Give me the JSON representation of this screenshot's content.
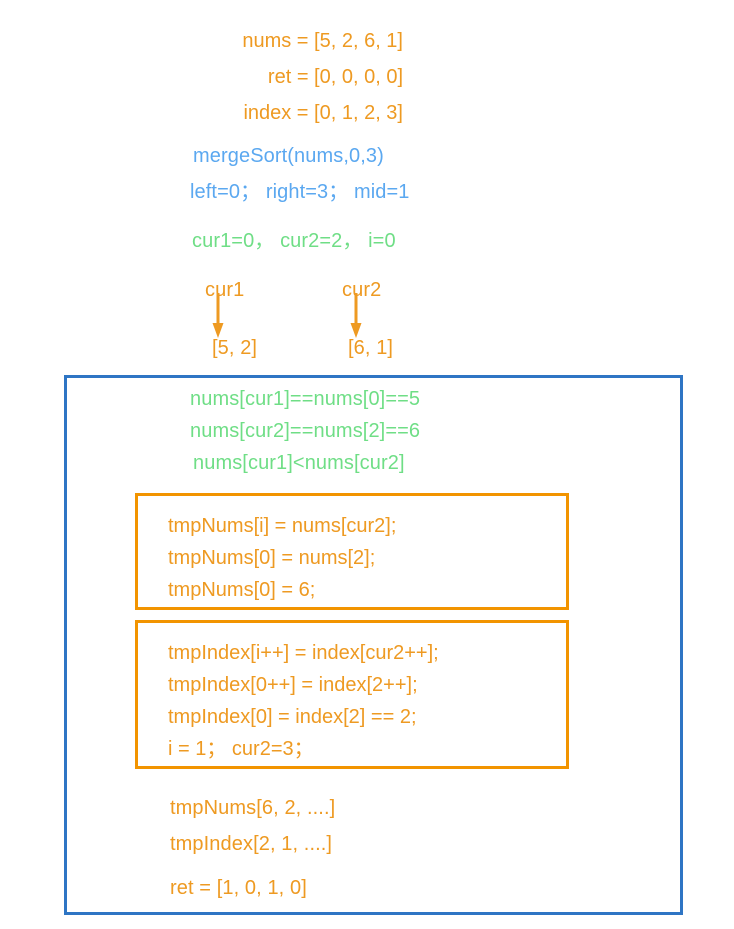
{
  "diagram": {
    "header": {
      "nums_line": "nums = [5, 2, 6, 1]",
      "ret_line": "ret = [0, 0, 0, 0]",
      "index_line": "index = [0, 1, 2, 3]",
      "call_line": "mergeSort(nums,0,3)",
      "vars_line": "left=0； right=3； mid=1",
      "cursor_line": "cur1=0， cur2=2， i=0"
    },
    "pointers": [
      {
        "label": "cur1",
        "value": "[5, 2]"
      },
      {
        "label": "cur2",
        "value": "[6, 1]"
      }
    ],
    "comparisons": [
      "nums[cur1]==nums[0]==5",
      "nums[cur2]==nums[2]==6",
      "nums[cur1]<nums[cur2]"
    ],
    "box_one": {
      "lines": [
        "tmpNums[i] = nums[cur2];",
        "tmpNums[0] = nums[2];",
        "tmpNums[0] = 6;"
      ]
    },
    "box_two": {
      "lines": [
        "tmpIndex[i++] = index[cur2++];",
        "tmpIndex[0++] = index[2++];",
        "tmpIndex[0] = index[2] == 2;",
        "i = 1； cur2=3；"
      ]
    },
    "results": [
      "tmpNums[6, 2, ....]",
      "tmpIndex[2, 1, ....]",
      "ret = [1, 0, 1, 0]"
    ],
    "colors": {
      "orange_text": "#ee9a22",
      "orange_border": "#f29400",
      "green_text": "#6fde86",
      "blue_text": "#5ba8f0",
      "blue_border": "#2e75c4",
      "background": "#ffffff"
    }
  }
}
